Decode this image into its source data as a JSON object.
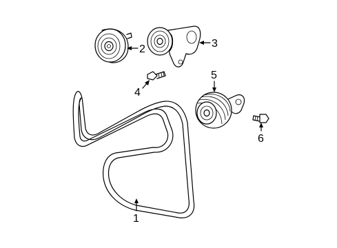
{
  "callouts": {
    "belt": "1",
    "idler_pulley": "2",
    "tensioner": "3",
    "tensioner_bolt": "4",
    "idler_pulley_bracket": "5",
    "idler_bolt": "6"
  }
}
